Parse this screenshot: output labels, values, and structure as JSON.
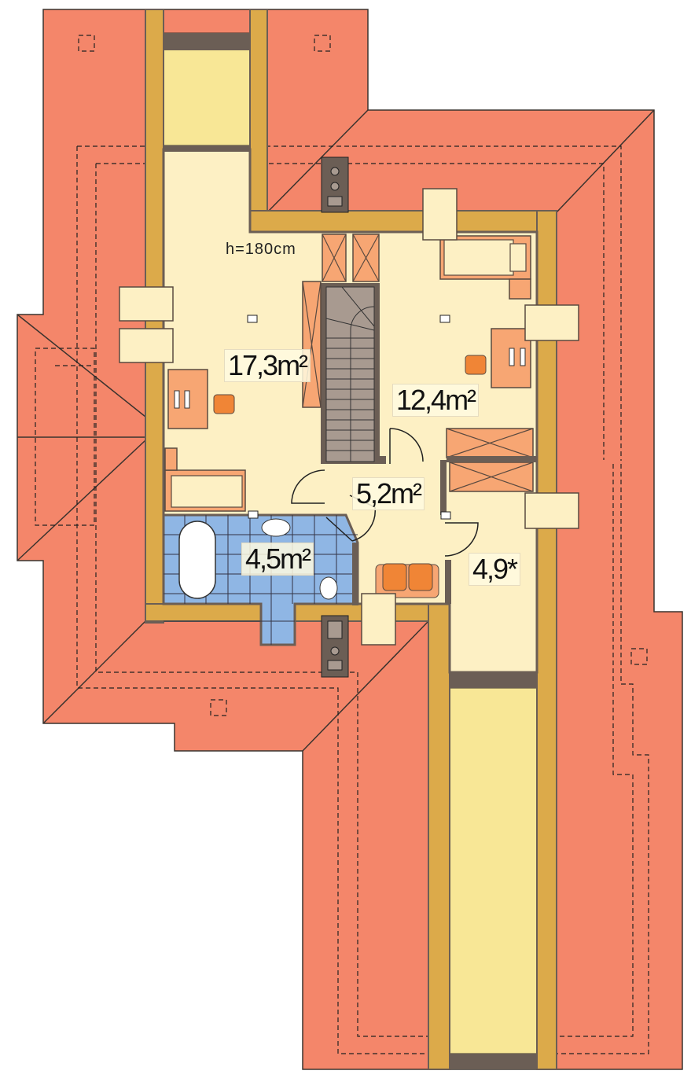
{
  "plan": {
    "height_note": "h=180cm",
    "rooms": [
      {
        "name": "room-left",
        "area": "17,3m²"
      },
      {
        "name": "room-right",
        "area": "12,4m²"
      },
      {
        "name": "hall",
        "area": "5,2m²"
      },
      {
        "name": "bathroom",
        "area": "4,5m²"
      },
      {
        "name": "storage",
        "area": "4,9*"
      }
    ],
    "colors": {
      "roof": "#f4866a",
      "wall": "#dcaa4a",
      "floor": "#fdf0c4",
      "balcony": "#f8e796",
      "bathroom": "#8fb6e4",
      "furniture": "#f7a673",
      "stairs": "#a89a90",
      "dark": "#6b5e55"
    }
  }
}
